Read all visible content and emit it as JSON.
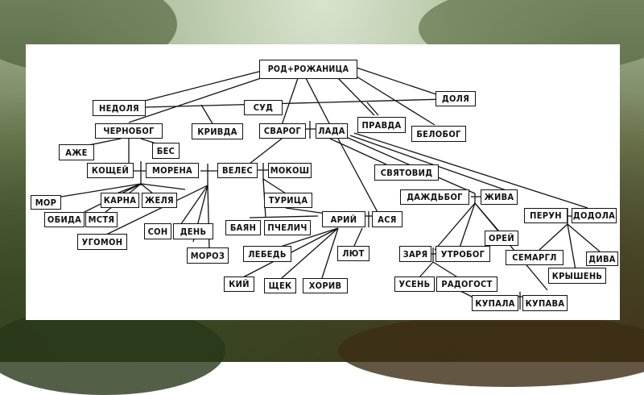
{
  "diagram": {
    "nodes": {
      "rod": "РОД+РОЖАНИЦА",
      "nedola": "НЕДОЛЯ",
      "sud": "СУД",
      "dolya": "ДОЛЯ",
      "chernobog": "ЧЕРНОБОГ",
      "krivda": "КРИВДА",
      "svarog": "СВАРОГ",
      "lada": "ЛАДА",
      "pravda": "ПРАВДА",
      "belobog": "БЕЛОБОГ",
      "azhe": "АЖЕ",
      "bes": "БЕС",
      "koshchei": "КОЩЕЙ",
      "morena": "МОРЕНА",
      "veles": "ВЕЛЕС",
      "mokosh": "МОКОШ",
      "svyatovid": "СВЯТОВИД",
      "mor": "МОР",
      "karna": "КАРНА",
      "zhelya": "ЖЕЛЯ",
      "obida": "ОБИДА",
      "mstya": "МСТЯ",
      "turitsa": "ТУРИЦА",
      "dazhdbog": "ДАЖДЬБОГ",
      "zhiva": "ЖИВА",
      "perun": "ПЕРУН",
      "dodola": "ДОДОЛА",
      "ugomon": "УГОМОН",
      "son": "СОН",
      "den": "ДЕНЬ",
      "baili": "БАЯН",
      "pchelich": "ПЧЕЛИЧ",
      "ariy": "АРИЙ",
      "asya": "АСЯ",
      "orei": "ОРЕЙ",
      "moroz": "МОРОЗ",
      "lebed": "ЛЕБЕДЬ",
      "lyut": "ЛЮТ",
      "zarya": "ЗАРЯ",
      "utrobog": "УТРОБОГ",
      "semargl": "СЕМАРГЛ",
      "diva": "ДИВА",
      "kii": "КИЙ",
      "shchek": "ЩЕК",
      "khoriv": "ХОРИВ",
      "krysen": "КРЫШЕНЬ",
      "usen": "УСЕНЬ",
      "radogost": "РАДОГОСТ",
      "kupala": "КУПАЛА",
      "kupava": "КУПАВА"
    }
  }
}
